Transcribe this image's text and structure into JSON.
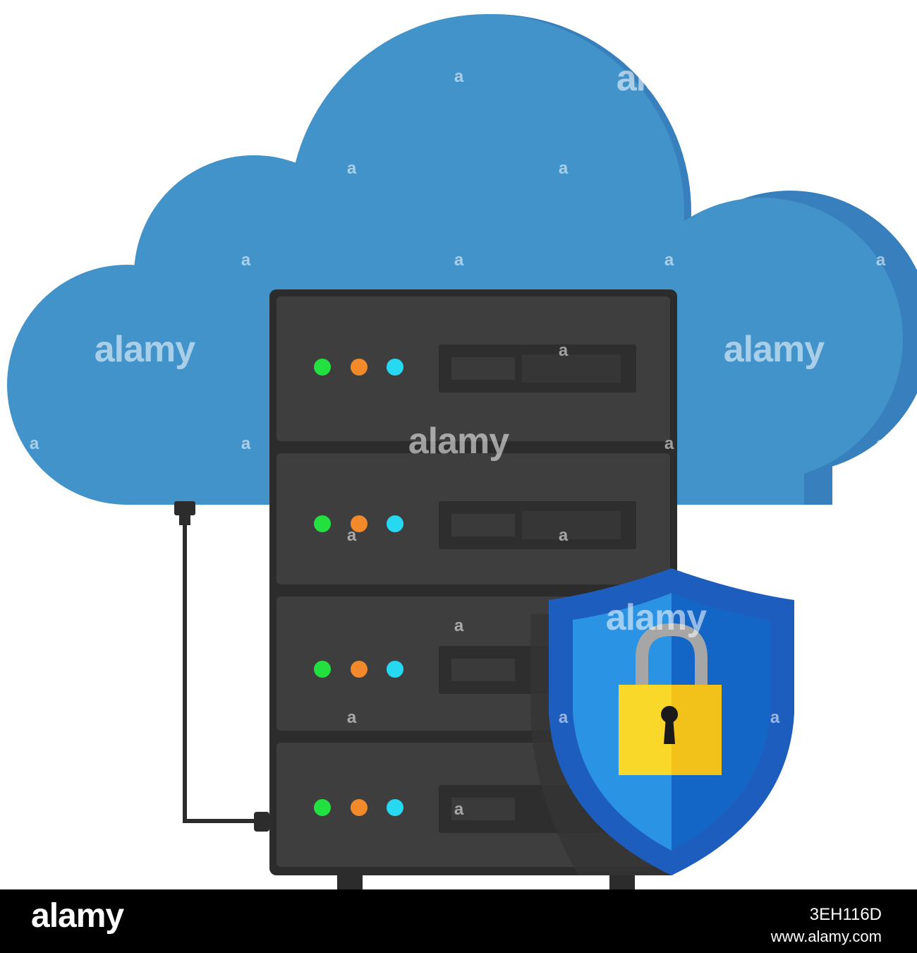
{
  "watermark": {
    "brand": "alamy",
    "small_mark": "a"
  },
  "footer": {
    "logo_text": "alamy",
    "image_id": "3EH116D",
    "site_url": "www.alamy.com"
  },
  "colors": {
    "cloud_front": "#4293C9",
    "cloud_back": "#3780BD",
    "server_body": "#3E3E3E",
    "server_dark": "#2C2C2C",
    "led_green": "#22E03F",
    "led_orange": "#F28A2C",
    "led_cyan": "#27D9F0",
    "shield_outer": "#1D5DBD",
    "shield_inner_light": "#2A93E3",
    "shield_inner_dark": "#1466C6",
    "lock_body_light": "#FAD82A",
    "lock_body_dark": "#F2C21A",
    "lock_shackle": "#A6A6A6",
    "footer_bg": "#000000"
  },
  "icons": {
    "cloud": "cloud-icon",
    "server": "server-rack-icon",
    "shield": "shield-icon",
    "lock": "padlock-icon",
    "cable": "cable-icon"
  }
}
